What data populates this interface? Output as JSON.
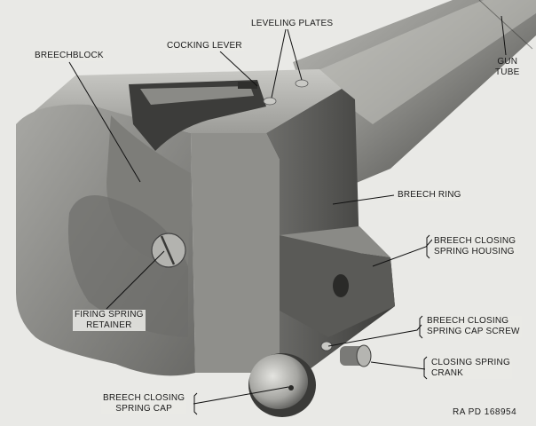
{
  "labels": {
    "breechblock": "BREECHBLOCK",
    "cocking_lever": "COCKING LEVER",
    "leveling_plates": "LEVELING PLATES",
    "gun_tube_1": "GUN",
    "gun_tube_2": "TUBE",
    "breech_ring": "BREECH RING",
    "closing_spring_housing_1": "BREECH CLOSING",
    "closing_spring_housing_2": "SPRING HOUSING",
    "firing_spring_retainer_1": "FIRING SPRING",
    "firing_spring_retainer_2": "RETAINER",
    "cap_screw_1": "BREECH CLOSING",
    "cap_screw_2": "SPRING CAP SCREW",
    "closing_spring_crank_1": "CLOSING SPRING",
    "closing_spring_crank_2": "CRANK",
    "spring_cap_1": "BREECH CLOSING",
    "spring_cap_2": "SPRING CAP"
  },
  "figure_reference": "RA PD 168954",
  "colors": {
    "background": "#e9e9e6",
    "metal_light": "#9a9a97",
    "metal_dark": "#4a4a48",
    "leader": "#111111"
  }
}
